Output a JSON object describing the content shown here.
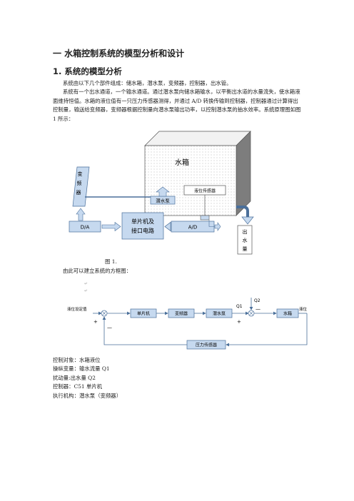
{
  "heading1": "一  水箱控制系统的模型分析和设计",
  "heading2": "1. 系统的模型分析",
  "paragraph1": "系统由以下几个部件组成：储水箱，潜水泵，变频器，控制器，出水管。",
  "paragraph2": "系统有一个出水通道，一个输水通道。通过潜水泵向储水箱输水，以平衡出水道的水量流失，使水箱液面维持恒值。水箱的液位值有一只压力传感器测得，并通过 A/D 转换传输到控制器，控制器通过计算得出控制量，输送给变频器，变频器根据控制量向潜水泵输出功率，以控制潜水泵的抽水效率。系统原理图如图 1 所示：",
  "figure1": {
    "tank": "水箱",
    "inverter": [
      "变",
      "频",
      "器"
    ],
    "level_sensor": "液位传感器",
    "pump": "潜水泵",
    "mcu_line1": "单片机及",
    "mcu_line2": "接口电路",
    "da": "D/A",
    "ad": "A/D",
    "outlet": [
      "出",
      "水",
      "量"
    ],
    "caption": "图 1."
  },
  "paragraph3": "由此可以建立系统的方框图：",
  "figure2": {
    "setpoint": "液位设定值",
    "mcu": "单片机",
    "inverter": "变频器",
    "pump": "潜水泵",
    "tank": "水箱",
    "output": "液位",
    "sensor": "压力传感器",
    "q1": "Q1",
    "q2": "Q2",
    "plus1": "+",
    "minus1": "—",
    "plus2": "+",
    "minus2": "—"
  },
  "items": [
    "控制对象：水箱液位",
    "操纵变量：输水流量 Q1",
    "扰动量:出水量 Q2",
    "控制器：C51 单片机",
    "执行机构：潜水泵（变频器）"
  ]
}
